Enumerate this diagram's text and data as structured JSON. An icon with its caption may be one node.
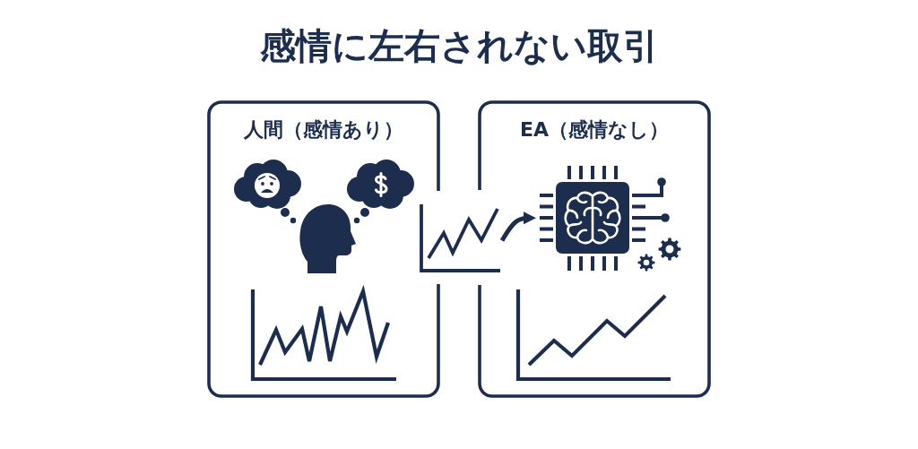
{
  "diagram": {
    "title": "感情に左右されない取引",
    "nodes": [
      {
        "text": [
          "人間（感情あり）"
        ]
      },
      {
        "text": [
          "EA（感情なし）"
        ]
      },
      {
        "text": [],
        "shape": "picture"
      },
      {
        "text": [],
        "shape": "picture",
        "in": 1
      }
    ],
    "edges": [
      {
        "from": 2,
        "to": 3,
        "arrow": "to"
      }
    ]
  }
}
